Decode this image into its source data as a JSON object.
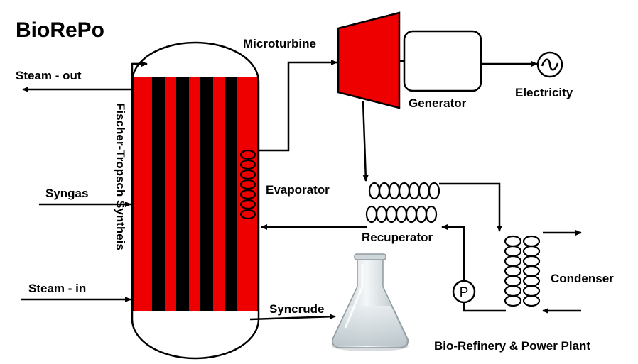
{
  "title": "BioRePo",
  "labels": {
    "steam_out": "Steam - out",
    "syngas": "Syngas",
    "steam_in": "Steam - in",
    "reactor": "Fischer-Tropsch Syntheis",
    "microturbine": "Microturbine",
    "generator": "Generator",
    "electricity": "Electricity",
    "evaporator": "Evaporator",
    "recuperator": "Recuperator",
    "condenser": "Condenser",
    "pump": "P",
    "syncrude": "Syncrude",
    "plant": "Bio-Refinery & Power Plant"
  },
  "icons": {
    "ac_symbol": "alternating-current-icon",
    "flask": "erlenmeyer-flask-icon"
  },
  "colors": {
    "reactor_red": "#ee0000",
    "reactor_black": "#000000",
    "turbine_red": "#ee0000"
  }
}
